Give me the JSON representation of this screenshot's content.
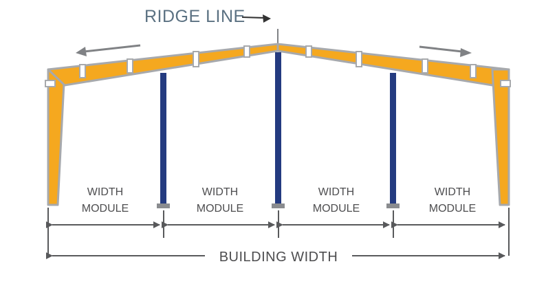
{
  "ridge_label": "RIDGE LINE",
  "modules": [
    {
      "line1": "WIDTH",
      "line2": "MODULE"
    },
    {
      "line1": "WIDTH",
      "line2": "MODULE"
    },
    {
      "line1": "WIDTH",
      "line2": "MODULE"
    },
    {
      "line1": "WIDTH",
      "line2": "MODULE"
    }
  ],
  "building_width_label": "BUILDING WIDTH",
  "colors": {
    "frame_fill": "#f5a81f",
    "frame_outline": "#a7a9ac",
    "column": "#243b80",
    "column_base": "#8a8c8f",
    "dimension": "#58595b",
    "ridge_text": "#5b7182",
    "label_text": "#4d4d4f",
    "roof_arrow": "#808285"
  }
}
